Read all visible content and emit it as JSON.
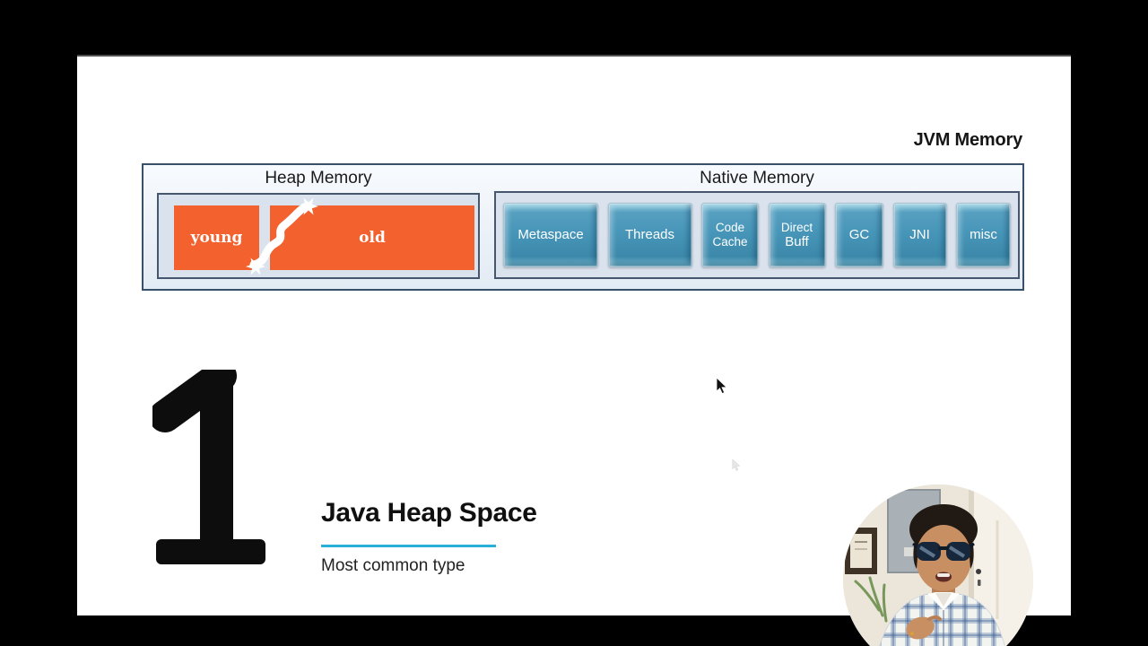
{
  "slide": {
    "title": "JVM Memory",
    "diagram": {
      "heap": {
        "label": "Heap Memory",
        "regions": [
          {
            "label": "young"
          },
          {
            "label": "old"
          }
        ]
      },
      "native": {
        "label": "Native Memory",
        "blocks": [
          {
            "label": "Metaspace",
            "lines": [
              "Metaspace"
            ]
          },
          {
            "label": "Threads",
            "lines": [
              "Threads"
            ]
          },
          {
            "label": "Code Cache",
            "lines": [
              "Code",
              "Cache"
            ]
          },
          {
            "label": "Direct Buff",
            "lines": [
              "Direct",
              "Buff"
            ]
          },
          {
            "label": "GC",
            "lines": [
              "GC"
            ]
          },
          {
            "label": "JNI",
            "lines": [
              "JNI"
            ]
          },
          {
            "label": "misc",
            "lines": [
              "misc"
            ]
          }
        ]
      }
    },
    "list_item": {
      "number": "1",
      "heading": "Java Heap Space",
      "subheading": "Most common type"
    }
  },
  "colors": {
    "accent_underline": "#29b0d8",
    "heap_region_orange": "#f2612e",
    "native_block_teal": "#4695b8",
    "container_border": "#39506a",
    "subbox_background": "#dae2ee"
  }
}
